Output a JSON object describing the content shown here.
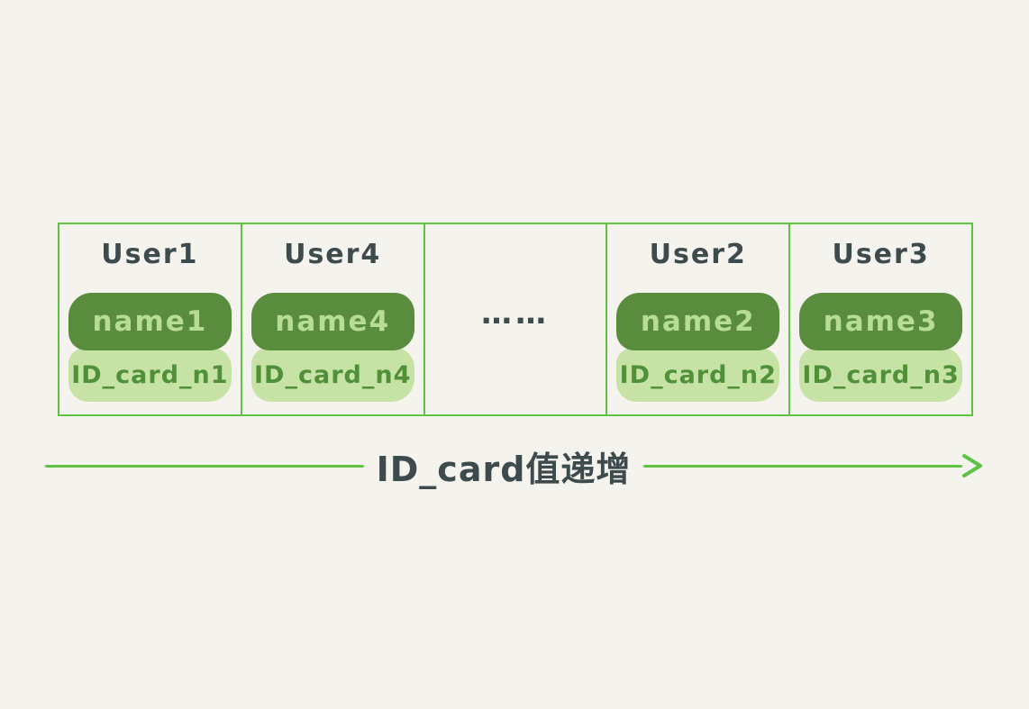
{
  "colors": {
    "background": "#f4f3ee",
    "green": "#5ec344",
    "dark_pill": "#5a8c3e",
    "light_pill": "#c6e2a5",
    "name_text": "#b7dc93",
    "id_text": "#4f9038",
    "slate": "#3e4b4d"
  },
  "table": {
    "cells": [
      {
        "user": "User1",
        "name": "name1",
        "id_card": "ID_card_n1"
      },
      {
        "user": "User4",
        "name": "name4",
        "id_card": "ID_card_n4"
      },
      {
        "ellipsis": "……"
      },
      {
        "user": "User2",
        "name": "name2",
        "id_card": "ID_card_n2"
      },
      {
        "user": "User3",
        "name": "name3",
        "id_card": "ID_card_n3"
      }
    ]
  },
  "arrow": {
    "label": "ID_card值递增"
  }
}
